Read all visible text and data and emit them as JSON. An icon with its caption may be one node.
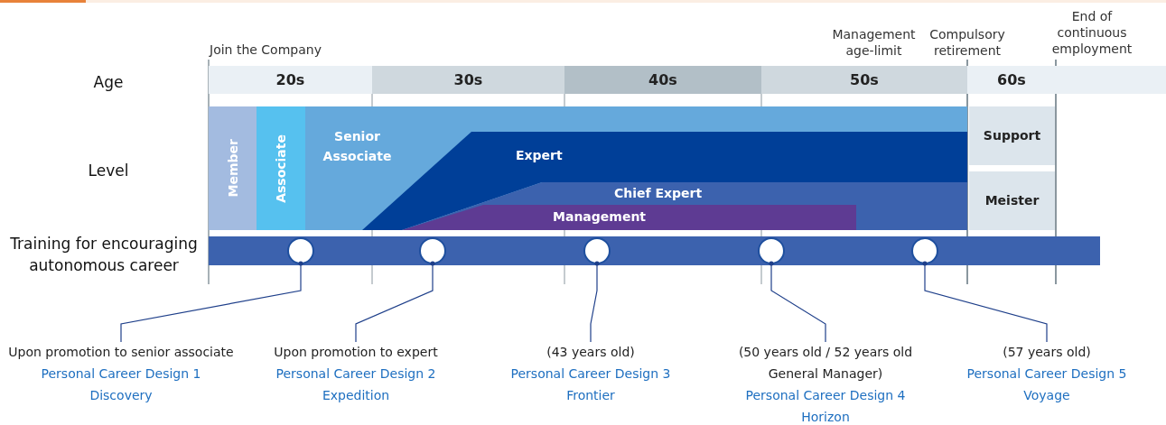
{
  "diagram": {
    "nodes": [
      {
        "text": [
          "20s"
        ]
      },
      {
        "text": [
          "30s"
        ]
      },
      {
        "text": [
          "40s"
        ]
      },
      {
        "text": [
          "50s"
        ]
      },
      {
        "text": [
          "60s"
        ]
      },
      {
        "text": [
          "Member"
        ]
      },
      {
        "text": [
          "Associate"
        ]
      },
      {
        "text": [
          "Senior Associate"
        ]
      },
      {
        "text": [
          "Expert"
        ],
        "in": 7
      },
      {
        "text": [
          "Chief Expert"
        ],
        "in": 7
      },
      {
        "text": [
          "Management"
        ],
        "in": 9
      },
      {
        "text": [
          "Support"
        ]
      },
      {
        "text": [
          "Meister"
        ]
      },
      {
        "text": [],
        "shape": "bar"
      },
      {
        "text": [],
        "shape": "circle",
        "in": 13
      },
      {
        "text": [],
        "shape": "circle",
        "in": 13
      },
      {
        "text": [],
        "shape": "circle",
        "in": 13
      },
      {
        "text": [],
        "shape": "circle",
        "in": 13
      },
      {
        "text": [],
        "shape": "circle",
        "in": 13
      },
      {
        "text": [
          "Upon promotion to senior associate",
          "Personal Career Design 1 Discovery"
        ]
      },
      {
        "text": [
          "Upon promotion to expert",
          "Personal Career Design 2 Expedition"
        ]
      },
      {
        "text": [
          "(43 years old)",
          "Personal Career Design 3 Frontier"
        ]
      },
      {
        "text": [
          "(50 years old / 52 years old General Manager)",
          "Personal Career Design 4 Horizon"
        ]
      },
      {
        "text": [
          "(57 years old)",
          "Personal Career Design 5 Voyage"
        ]
      }
    ],
    "edges": [
      {
        "from": 19,
        "to": 14,
        "arrow": "other"
      },
      {
        "from": 20,
        "to": 15,
        "arrow": "other"
      },
      {
        "from": 21,
        "to": 16,
        "arrow": "other"
      },
      {
        "from": 22,
        "to": 17,
        "arrow": "other"
      },
      {
        "from": 23,
        "to": 18,
        "arrow": "other"
      }
    ],
    "labels": [
      "Join the Company",
      "Management age-limit",
      "Compulsory retirement",
      "End of continuous employment",
      "Age",
      "Level",
      "Training for encouraging autonomous career"
    ]
  }
}
